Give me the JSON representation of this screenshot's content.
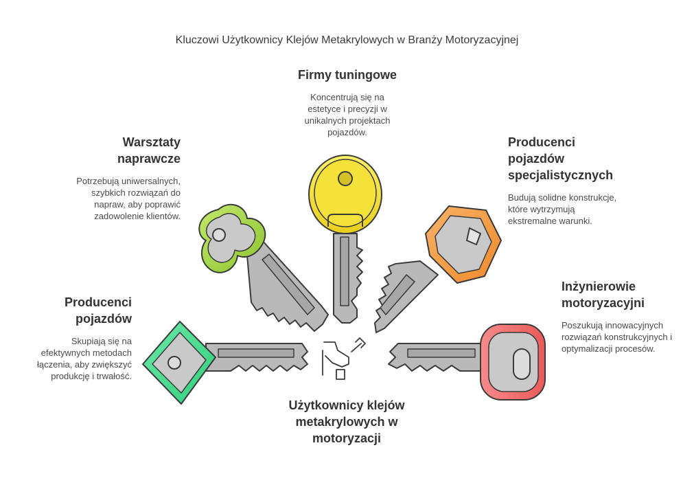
{
  "title": "Kluczowi Użytkownicy Klejów Metakrylowych w Branży Motoryzacyjnej",
  "center": {
    "title": "Użytkownicy klejów metakrylowych w motoryzacji",
    "icon": "glue-applicator-icon"
  },
  "items": [
    {
      "id": "firmy-tuningowe",
      "title": "Firmy tuningowe",
      "description": "Koncentrują się na estetyce i precyzji w unikalnych projektach pojazdów.",
      "key_color": "#f4e23a",
      "key_shape": "round"
    },
    {
      "id": "warsztaty-naprawcze",
      "title": "Warsztaty naprawcze",
      "description": "Potrzebują uniwersalnych, szybkich rozwiązań do napraw, aby poprawić zadowolenie klientów.",
      "key_color": "#9ed13f",
      "key_shape": "clover"
    },
    {
      "id": "producenci-pojazdow-specjalistycznych",
      "title": "Producenci pojazdów specjalistycznych",
      "description": "Budują solidne konstrukcje, które wytrzymują ekstremalne warunki.",
      "key_color": "#f59a3c",
      "key_shape": "hexagon"
    },
    {
      "id": "producenci-pojazdow",
      "title": "Producenci pojazdów",
      "description": "Skupiają się na efektywnych metodach łączenia, aby zwiększyć produkcję i trwałość.",
      "key_color": "#3fd68a",
      "key_shape": "diamond"
    },
    {
      "id": "inzynierowie-motoryzacyjni",
      "title": "Inżynierowie motoryzacyjni",
      "description": "Poszukują innowacyjnych rozwiązań konstrukcyjnych i optymalizacji procesów.",
      "key_color": "#f26b6b",
      "key_shape": "rounded-rect"
    }
  ]
}
